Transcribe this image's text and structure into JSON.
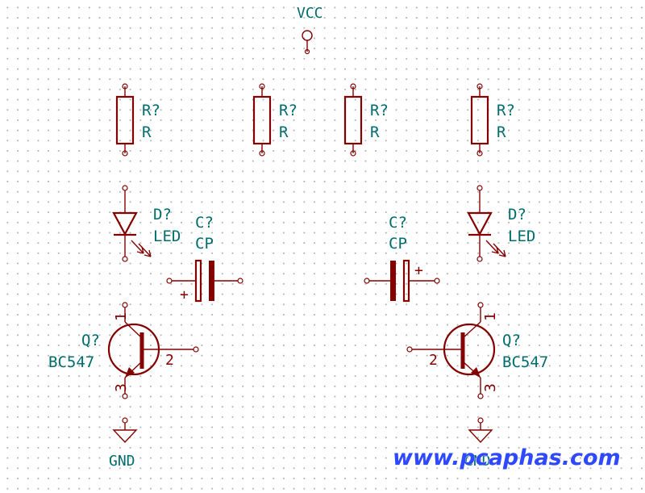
{
  "power": {
    "vcc_label": "VCC",
    "gnd_label": "GND"
  },
  "resistors": [
    {
      "ref": "R?",
      "value": "R"
    },
    {
      "ref": "R?",
      "value": "R"
    },
    {
      "ref": "R?",
      "value": "R"
    },
    {
      "ref": "R?",
      "value": "R"
    }
  ],
  "leds": [
    {
      "ref": "D?",
      "value": "LED"
    },
    {
      "ref": "D?",
      "value": "LED"
    }
  ],
  "capacitors": [
    {
      "ref": "C?",
      "value": "CP",
      "polarity": "+"
    },
    {
      "ref": "C?",
      "value": "CP",
      "polarity": "+"
    }
  ],
  "transistors": [
    {
      "ref": "Q?",
      "value": "BC547",
      "pins": [
        "1",
        "2",
        "3"
      ]
    },
    {
      "ref": "Q?",
      "value": "BC547",
      "pins": [
        "1",
        "2",
        "3"
      ]
    }
  ],
  "watermark": "www.pcaphas.com",
  "colors": {
    "component": "#840000",
    "label": "#006d6d",
    "watermark": "#2e49ff"
  }
}
